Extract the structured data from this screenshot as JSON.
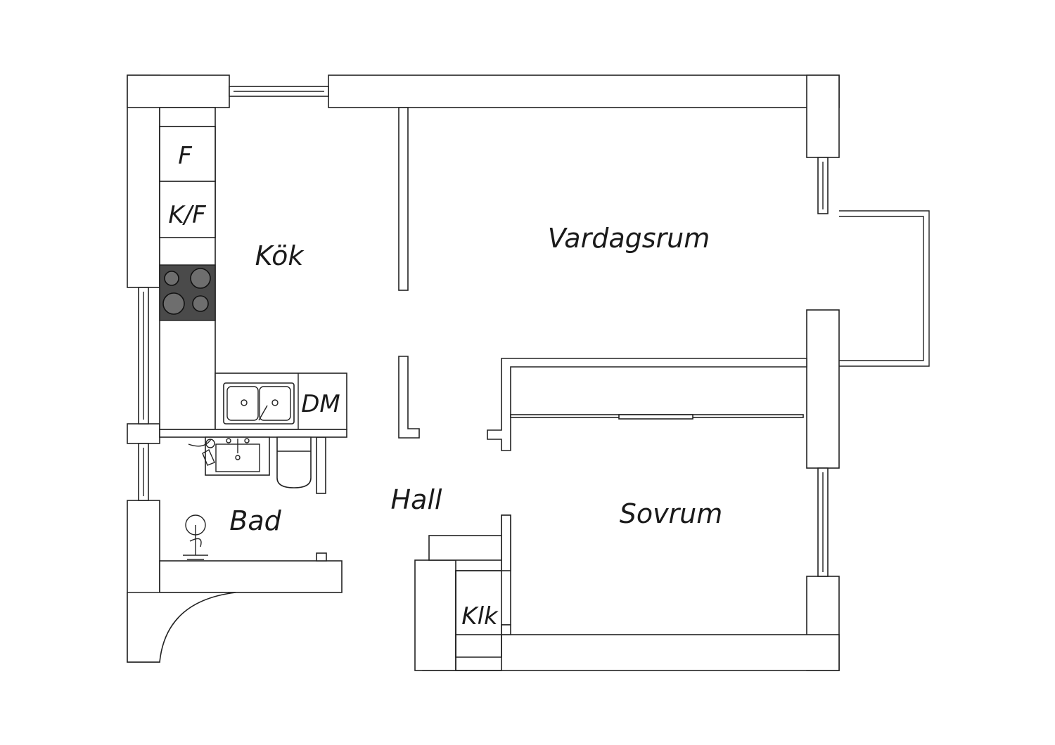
{
  "rooms": {
    "kitchen": "Kök",
    "living_room": "Vardagsrum",
    "hall": "Hall",
    "bathroom": "Bad",
    "bedroom": "Sovrum",
    "closet": "Klk"
  },
  "fixtures": {
    "freezer": "F",
    "fridge_freezer": "K/F",
    "dishwasher": "DM"
  },
  "colors": {
    "line": "#222222",
    "stove_top": "#4a4a4a",
    "background": "#ffffff"
  }
}
